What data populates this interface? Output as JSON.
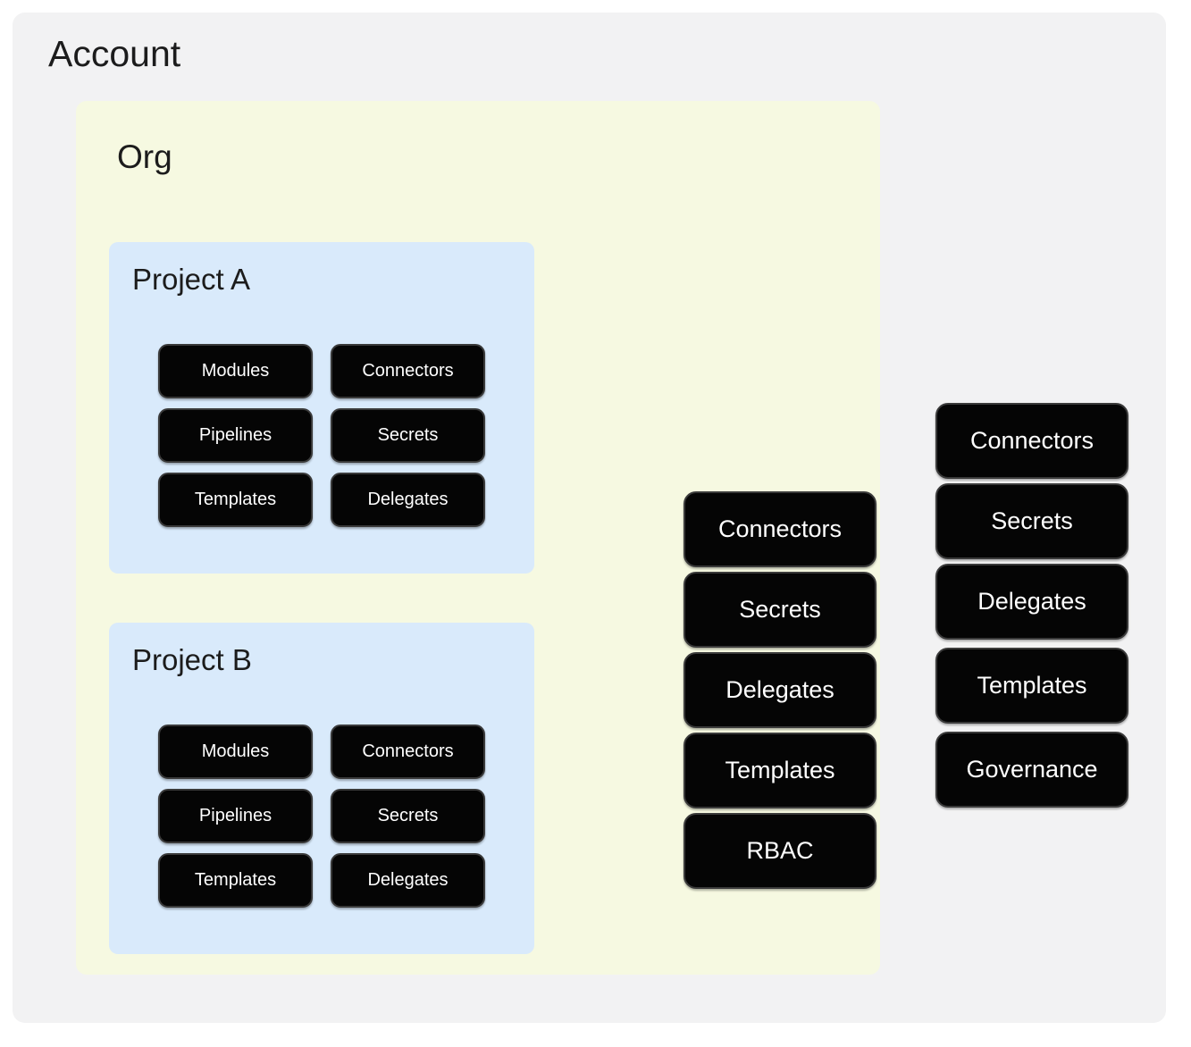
{
  "diagram": {
    "type": "nested-hierarchy",
    "title": "Account",
    "colors": {
      "page_background": "#ffffff",
      "account_background": "#f2f2f3",
      "org_background": "#f6f9e1",
      "project_background": "#d9eafb",
      "box_fill": "#050505",
      "box_border": "#3a3a3a",
      "box_text": "#ffffff",
      "heading_text": "#1c1c1c"
    }
  },
  "account": {
    "label": "Account",
    "resources": [
      {
        "label": "Connectors"
      },
      {
        "label": "Secrets"
      },
      {
        "label": "Delegates"
      },
      {
        "label": "Templates"
      },
      {
        "label": "Governance"
      }
    ]
  },
  "org": {
    "label": "Org",
    "resources": [
      {
        "label": "Connectors"
      },
      {
        "label": "Secrets"
      },
      {
        "label": "Delegates"
      },
      {
        "label": "Templates"
      },
      {
        "label": "RBAC"
      }
    ]
  },
  "projects": [
    {
      "label": "Project A",
      "resources": [
        {
          "label": "Modules"
        },
        {
          "label": "Connectors"
        },
        {
          "label": "Pipelines"
        },
        {
          "label": "Secrets"
        },
        {
          "label": "Templates"
        },
        {
          "label": "Delegates"
        }
      ]
    },
    {
      "label": "Project B",
      "resources": [
        {
          "label": "Modules"
        },
        {
          "label": "Connectors"
        },
        {
          "label": "Pipelines"
        },
        {
          "label": "Secrets"
        },
        {
          "label": "Templates"
        },
        {
          "label": "Delegates"
        }
      ]
    }
  ]
}
